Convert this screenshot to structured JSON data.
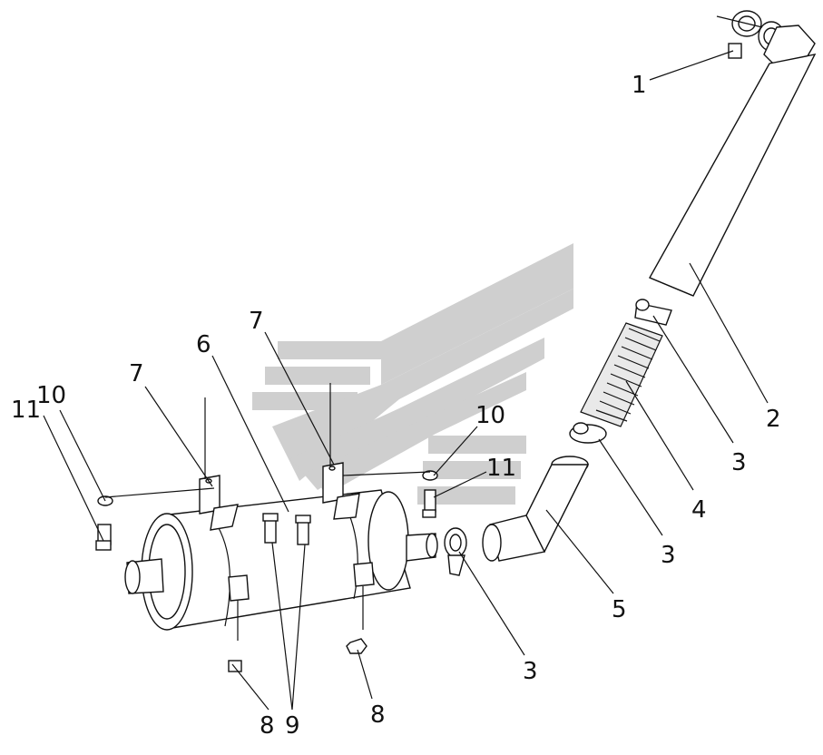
{
  "callouts": {
    "c1": "1",
    "c2": "2",
    "c3a": "3",
    "c3b": "3",
    "c3c": "3",
    "c4": "4",
    "c5": "5",
    "c6": "6",
    "c7a": "7",
    "c7b": "7",
    "c8a": "8",
    "c8b": "8",
    "c9": "9",
    "c10a": "10",
    "c10b": "10",
    "c11a": "11",
    "c11b": "11"
  },
  "colors": {
    "line": "#111111",
    "watermark": "#a8a8a8",
    "background": "#ffffff"
  }
}
